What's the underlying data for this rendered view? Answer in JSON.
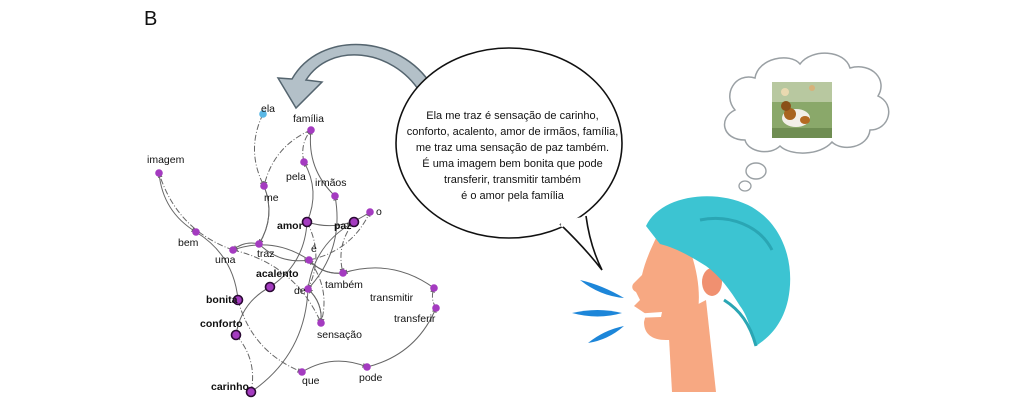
{
  "panel_label": "B",
  "speech": {
    "lines": [
      "Ela me traz é sensação de carinho,",
      "conforto, acalento, amor de irmãos, família,",
      "me traz uma sensação de paz também.",
      "É uma imagem bem bonita que pode",
      "transferir, transmitir também",
      "é o amor pela família"
    ]
  },
  "graph": {
    "nodes": [
      {
        "id": "ela",
        "label": "ela",
        "bold": false,
        "start": true
      },
      {
        "id": "familia",
        "label": "família",
        "bold": false
      },
      {
        "id": "imagem",
        "label": "imagem",
        "bold": false
      },
      {
        "id": "pela",
        "label": "pela",
        "bold": false
      },
      {
        "id": "me",
        "label": "me",
        "bold": false
      },
      {
        "id": "irmaos",
        "label": "irmãos",
        "bold": false
      },
      {
        "id": "amor",
        "label": "amor",
        "bold": true
      },
      {
        "id": "paz",
        "label": "paz",
        "bold": true
      },
      {
        "id": "o",
        "label": "o",
        "bold": false
      },
      {
        "id": "bem",
        "label": "bem",
        "bold": false
      },
      {
        "id": "e",
        "label": "é",
        "bold": false
      },
      {
        "id": "uma",
        "label": "uma",
        "bold": false
      },
      {
        "id": "traz",
        "label": "traz",
        "bold": false
      },
      {
        "id": "acalento",
        "label": "acalento",
        "bold": true
      },
      {
        "id": "tambem",
        "label": "também",
        "bold": false
      },
      {
        "id": "de",
        "label": "de",
        "bold": false
      },
      {
        "id": "bonita",
        "label": "bonita",
        "bold": true
      },
      {
        "id": "transmitir",
        "label": "transmitir",
        "bold": false
      },
      {
        "id": "transferir",
        "label": "transferir",
        "bold": false
      },
      {
        "id": "conforto",
        "label": "conforto",
        "bold": true
      },
      {
        "id": "sensacao",
        "label": "sensação",
        "bold": false
      },
      {
        "id": "que",
        "label": "que",
        "bold": false
      },
      {
        "id": "pode",
        "label": "pode",
        "bold": false
      },
      {
        "id": "carinho",
        "label": "carinho",
        "bold": true
      }
    ],
    "edges": [
      [
        "ela",
        "me"
      ],
      [
        "me",
        "traz"
      ],
      [
        "traz",
        "e"
      ],
      [
        "e",
        "sensacao"
      ],
      [
        "sensacao",
        "de"
      ],
      [
        "de",
        "carinho"
      ],
      [
        "carinho",
        "conforto"
      ],
      [
        "conforto",
        "acalento"
      ],
      [
        "acalento",
        "amor"
      ],
      [
        "amor",
        "de"
      ],
      [
        "de",
        "irmaos"
      ],
      [
        "irmaos",
        "familia"
      ],
      [
        "familia",
        "me"
      ],
      [
        "me",
        "traz"
      ],
      [
        "traz",
        "uma"
      ],
      [
        "uma",
        "sensacao"
      ],
      [
        "sensacao",
        "de"
      ],
      [
        "de",
        "paz"
      ],
      [
        "paz",
        "tambem"
      ],
      [
        "tambem",
        "e"
      ],
      [
        "e",
        "uma"
      ],
      [
        "uma",
        "imagem"
      ],
      [
        "imagem",
        "bem"
      ],
      [
        "bem",
        "bonita"
      ],
      [
        "bonita",
        "que"
      ],
      [
        "que",
        "pode"
      ],
      [
        "pode",
        "transferir"
      ],
      [
        "transferir",
        "transmitir"
      ],
      [
        "transmitir",
        "tambem"
      ],
      [
        "tambem",
        "e"
      ],
      [
        "e",
        "o"
      ],
      [
        "o",
        "amor"
      ],
      [
        "amor",
        "pela"
      ],
      [
        "pela",
        "familia"
      ]
    ]
  },
  "colors": {
    "node_fill": "#a43bc0",
    "node_bold_stroke": "#2a0a33",
    "start_node": "#5ab8e6",
    "edge": "#666666",
    "arrow_fill": "#b3c0c8",
    "arrow_stroke": "#55656f",
    "hair": "#3cc4d2",
    "skin": "#f7a882",
    "breath": "#1d86d9"
  }
}
